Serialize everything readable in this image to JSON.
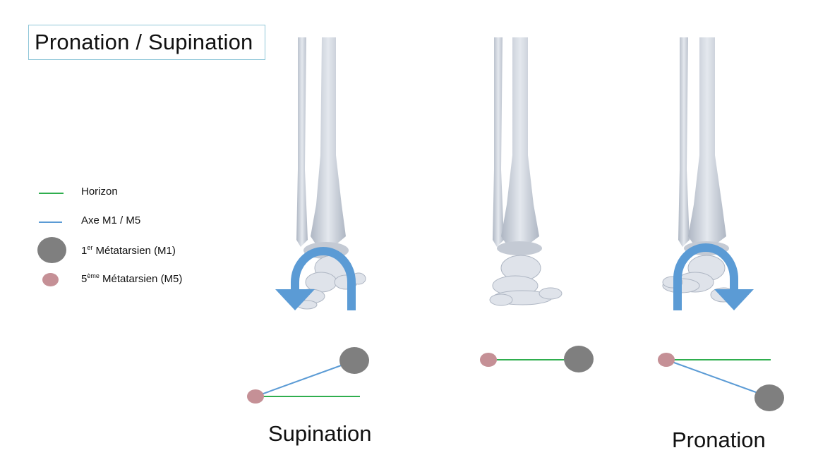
{
  "title": "Pronation / Supination",
  "legend": {
    "horizon": {
      "label": "Horizon",
      "color": "#2fae4e"
    },
    "axis": {
      "label": "Axe M1 / M5",
      "color": "#5b9bd5"
    },
    "m1": {
      "prefix": "1",
      "sup": "er",
      "label": " Métatarsien (M1)",
      "color": "#7f7f7f"
    },
    "m5": {
      "prefix": "5",
      "sup": "ème",
      "label": " Métatarsien (M5)",
      "color": "#c59096"
    }
  },
  "labels": {
    "supination": "Supination",
    "pronation": "Pronation"
  },
  "colors": {
    "bone": "#d6dbe3",
    "bone_shade": "#aeb6c3",
    "arrow": "#5b9bd5"
  },
  "icons": [
    "rotation-arrow-icon"
  ]
}
